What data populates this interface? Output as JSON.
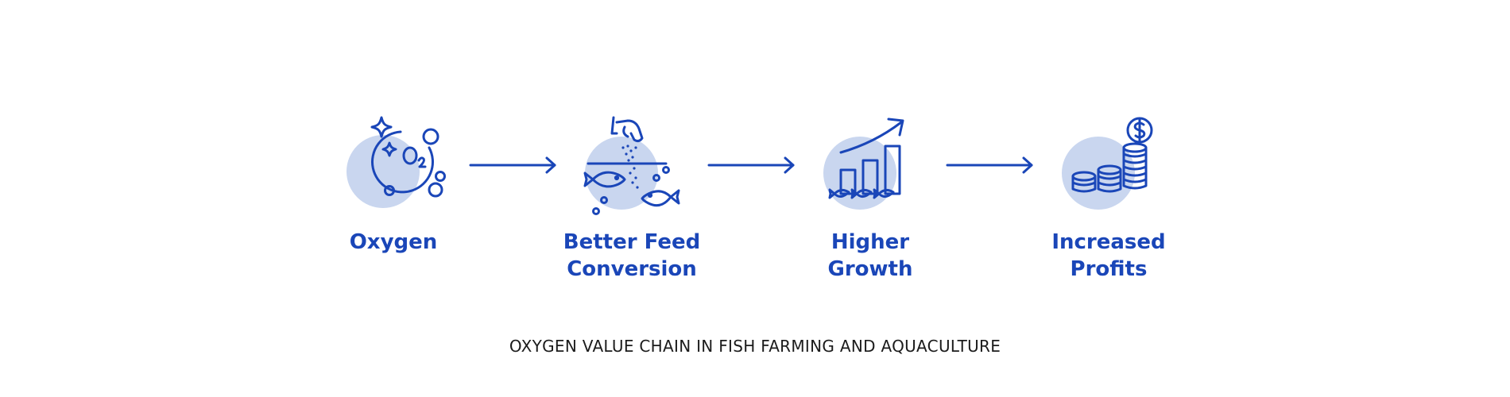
{
  "colors": {
    "primary_blue": "#1a46b8",
    "icon_circle_fill": "#c9d6ef",
    "caption_text": "#1b1b1b"
  },
  "steps": [
    {
      "icon": "oxygen-o2-icon",
      "label": "Oxygen"
    },
    {
      "icon": "fish-feeding-icon",
      "label": "Better Feed\nConversion"
    },
    {
      "icon": "growth-chart-fish-icon",
      "label": "Higher\nGrowth"
    },
    {
      "icon": "coin-stack-dollar-icon",
      "label": "Increased\nProfits"
    }
  ],
  "caption": "OXYGEN VALUE CHAIN IN FISH FARMING AND AQUACULTURE"
}
